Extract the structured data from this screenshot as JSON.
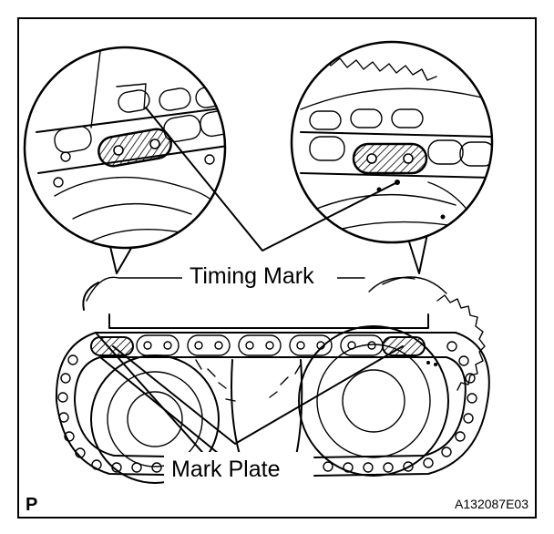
{
  "labels": {
    "timing_mark": "Timing Mark",
    "mark_plate": "Mark Plate",
    "corner_letter": "P",
    "figure_code": "A132087E03"
  },
  "colors": {
    "line": "#000000",
    "background": "#ffffff"
  },
  "icons": {
    "left_callout": "magnified-chain-link-icon",
    "right_callout": "magnified-sprocket-mark-icon"
  }
}
